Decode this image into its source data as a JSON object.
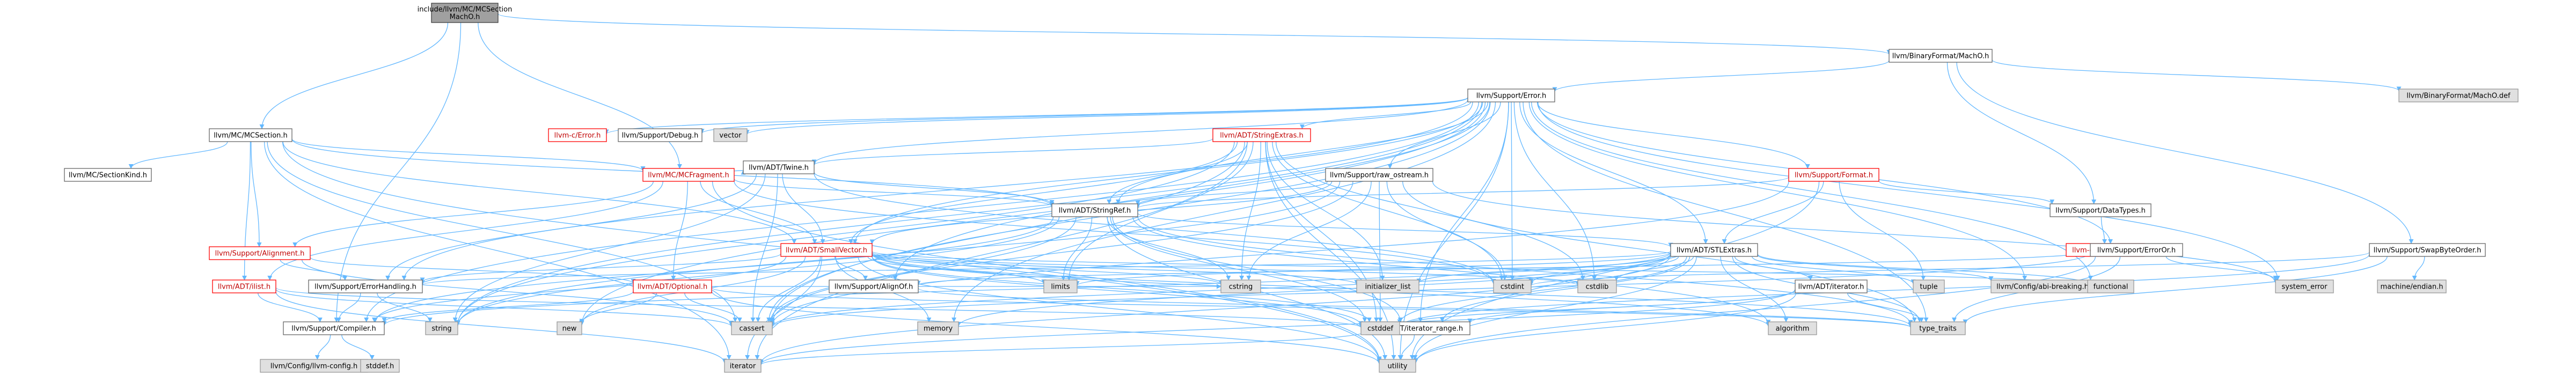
{
  "nodes": [
    {
      "id": "root",
      "lines": [
        "include/llvm/MC/MCSection",
        "MachO.h"
      ],
      "style": "root"
    },
    {
      "id": "bfmacho",
      "lines": [
        "llvm/BinaryFormat/MachO.h"
      ],
      "style": "plain"
    },
    {
      "id": "bfmachodef",
      "lines": [
        "llvm/BinaryFormat/MachO.def"
      ],
      "style": "grey"
    },
    {
      "id": "error",
      "lines": [
        "llvm/Support/Error.h"
      ],
      "style": "plain"
    },
    {
      "id": "mcsection",
      "lines": [
        "llvm/MC/MCSection.h"
      ],
      "style": "plain"
    },
    {
      "id": "cerror",
      "lines": [
        "llvm-c/Error.h"
      ],
      "style": "red"
    },
    {
      "id": "debug",
      "lines": [
        "llvm/Support/Debug.h"
      ],
      "style": "plain"
    },
    {
      "id": "vector",
      "lines": [
        "vector"
      ],
      "style": "grey"
    },
    {
      "id": "stringextras",
      "lines": [
        "llvm/ADT/StringExtras.h"
      ],
      "style": "red"
    },
    {
      "id": "rawostream",
      "lines": [
        "llvm/Support/raw_ostream.h"
      ],
      "style": "plain"
    },
    {
      "id": "format",
      "lines": [
        "llvm/Support/Format.h"
      ],
      "style": "red"
    },
    {
      "id": "sectionkind",
      "lines": [
        "llvm/MC/SectionKind.h"
      ],
      "style": "plain"
    },
    {
      "id": "mcfragment",
      "lines": [
        "llvm/MC/MCFragment.h"
      ],
      "style": "red"
    },
    {
      "id": "twine",
      "lines": [
        "llvm/ADT/Twine.h"
      ],
      "style": "plain"
    },
    {
      "id": "stringref",
      "lines": [
        "llvm/ADT/StringRef.h"
      ],
      "style": "plain"
    },
    {
      "id": "alignment",
      "lines": [
        "llvm/Support/Alignment.h"
      ],
      "style": "red"
    },
    {
      "id": "smallvector",
      "lines": [
        "llvm/ADT/SmallVector.h"
      ],
      "style": "red"
    },
    {
      "id": "datatypes",
      "lines": [
        "llvm/Support/DataTypes.h"
      ],
      "style": "plain"
    },
    {
      "id": "cdatatypes",
      "lines": [
        "llvm-c/DataTypes.h"
      ],
      "style": "red"
    },
    {
      "id": "stlextras",
      "lines": [
        "llvm/ADT/STLExtras.h"
      ],
      "style": "plain"
    },
    {
      "id": "erroror",
      "lines": [
        "llvm/Support/ErrorOr.h"
      ],
      "style": "plain"
    },
    {
      "id": "swapbyteorder",
      "lines": [
        "llvm/Support/SwapByteOrder.h"
      ],
      "style": "plain"
    },
    {
      "id": "ilist",
      "lines": [
        "llvm/ADT/ilist.h"
      ],
      "style": "red"
    },
    {
      "id": "optional",
      "lines": [
        "llvm/ADT/Optional.h"
      ],
      "style": "red"
    },
    {
      "id": "errorhandling",
      "lines": [
        "llvm/Support/ErrorHandling.h"
      ],
      "style": "plain"
    },
    {
      "id": "alignof",
      "lines": [
        "llvm/Support/AlignOf.h"
      ],
      "style": "plain"
    },
    {
      "id": "iterator",
      "lines": [
        "llvm/ADT/iterator.h"
      ],
      "style": "plain"
    },
    {
      "id": "compiler",
      "lines": [
        "llvm/Support/Compiler.h"
      ],
      "style": "plain"
    },
    {
      "id": "iteratorrange",
      "lines": [
        "llvm/ADT/iterator_range.h"
      ],
      "style": "plain"
    },
    {
      "id": "configllvm",
      "lines": [
        "llvm/Config/llvm-config.h"
      ],
      "style": "grey"
    },
    {
      "id": "stddef",
      "lines": [
        "stddef.h"
      ],
      "style": "grey"
    },
    {
      "id": "string",
      "lines": [
        "string"
      ],
      "style": "grey"
    },
    {
      "id": "new",
      "lines": [
        "new"
      ],
      "style": "grey"
    },
    {
      "id": "cassert",
      "lines": [
        "cassert"
      ],
      "style": "grey"
    },
    {
      "id": "memory",
      "lines": [
        "memory"
      ],
      "style": "grey"
    },
    {
      "id": "limits",
      "lines": [
        "limits"
      ],
      "style": "grey"
    },
    {
      "id": "cstring",
      "lines": [
        "cstring"
      ],
      "style": "grey"
    },
    {
      "id": "initlist",
      "lines": [
        "initializer_list"
      ],
      "style": "grey"
    },
    {
      "id": "cstdint",
      "lines": [
        "cstdint"
      ],
      "style": "grey"
    },
    {
      "id": "cstdlib",
      "lines": [
        "cstdlib"
      ],
      "style": "grey"
    },
    {
      "id": "cstddef",
      "lines": [
        "cstddef"
      ],
      "style": "grey"
    },
    {
      "id": "algorithm",
      "lines": [
        "algorithm"
      ],
      "style": "grey"
    },
    {
      "id": "tuple",
      "lines": [
        "tuple"
      ],
      "style": "grey"
    },
    {
      "id": "configabi",
      "lines": [
        "llvm/Config/abi-breaking.h"
      ],
      "style": "grey"
    },
    {
      "id": "functional",
      "lines": [
        "functional"
      ],
      "style": "grey"
    },
    {
      "id": "typetraits",
      "lines": [
        "type_traits"
      ],
      "style": "grey"
    },
    {
      "id": "systemerror",
      "lines": [
        "system_error"
      ],
      "style": "grey"
    },
    {
      "id": "machineendian",
      "lines": [
        "machine/endian.h"
      ],
      "style": "grey"
    },
    {
      "id": "iteratorstd",
      "lines": [
        "iterator"
      ],
      "style": "grey"
    },
    {
      "id": "utility",
      "lines": [
        "utility"
      ],
      "style": "grey"
    }
  ],
  "edges": [
    [
      "root",
      "bfmacho"
    ],
    [
      "root",
      "mcsection"
    ],
    [
      "root",
      "mcfragment"
    ],
    [
      "root",
      "compiler"
    ],
    [
      "bfmacho",
      "bfmachodef"
    ],
    [
      "bfmacho",
      "error"
    ],
    [
      "bfmacho",
      "datatypes"
    ],
    [
      "bfmacho",
      "swapbyteorder"
    ],
    [
      "error",
      "cerror"
    ],
    [
      "error",
      "debug"
    ],
    [
      "error",
      "vector"
    ],
    [
      "error",
      "stringextras"
    ],
    [
      "error",
      "rawostream"
    ],
    [
      "error",
      "format"
    ],
    [
      "error",
      "twine"
    ],
    [
      "error",
      "stringref"
    ],
    [
      "error",
      "smallvector"
    ],
    [
      "error",
      "stlextras"
    ],
    [
      "error",
      "erroror"
    ],
    [
      "error",
      "errorhandling"
    ],
    [
      "error",
      "alignof"
    ],
    [
      "error",
      "compiler"
    ],
    [
      "error",
      "configabi"
    ],
    [
      "error",
      "cassert"
    ],
    [
      "error",
      "cstdint"
    ],
    [
      "error",
      "cstdlib"
    ],
    [
      "error",
      "functional"
    ],
    [
      "error",
      "memory"
    ],
    [
      "error",
      "new"
    ],
    [
      "error",
      "string"
    ],
    [
      "error",
      "systemerror"
    ],
    [
      "error",
      "typetraits"
    ],
    [
      "error",
      "utility"
    ],
    [
      "error",
      "iteratorrange"
    ],
    [
      "mcsection",
      "sectionkind"
    ],
    [
      "mcsection",
      "mcfragment"
    ],
    [
      "mcsection",
      "alignment"
    ],
    [
      "mcsection",
      "ilist"
    ],
    [
      "mcsection",
      "smallvector"
    ],
    [
      "mcsection",
      "stringref"
    ],
    [
      "mcsection",
      "cassert"
    ],
    [
      "mcsection",
      "utility"
    ],
    [
      "mcsection",
      "iteratorstd"
    ],
    [
      "mcfragment",
      "twine"
    ],
    [
      "mcfragment",
      "smallvector"
    ],
    [
      "mcfragment",
      "stringref"
    ],
    [
      "mcfragment",
      "alignment"
    ],
    [
      "mcfragment",
      "optional"
    ],
    [
      "mcfragment",
      "cstdint"
    ],
    [
      "mcfragment",
      "utility"
    ],
    [
      "mcfragment",
      "ilist"
    ],
    [
      "stringextras",
      "stringref"
    ],
    [
      "stringextras",
      "twine"
    ],
    [
      "stringextras",
      "smallvector"
    ],
    [
      "stringextras",
      "cassert"
    ],
    [
      "stringextras",
      "cstddef"
    ],
    [
      "stringextras",
      "cstdint"
    ],
    [
      "stringextras",
      "cstdlib"
    ],
    [
      "stringextras",
      "cstring"
    ],
    [
      "stringextras",
      "iteratorstd"
    ],
    [
      "stringextras",
      "string"
    ],
    [
      "stringextras",
      "utility"
    ],
    [
      "stringextras",
      "limits"
    ],
    [
      "stringextras",
      "initlist"
    ],
    [
      "rawostream",
      "stringref"
    ],
    [
      "rawostream",
      "smallvector"
    ],
    [
      "rawostream",
      "cassert"
    ],
    [
      "rawostream",
      "cstddef"
    ],
    [
      "rawostream",
      "cstdint"
    ],
    [
      "rawostream",
      "cstring"
    ],
    [
      "rawostream",
      "string"
    ],
    [
      "rawostream",
      "systemerror"
    ],
    [
      "rawostream",
      "typetraits"
    ],
    [
      "format",
      "stlextras"
    ],
    [
      "format",
      "stringref"
    ],
    [
      "format",
      "datatypes"
    ],
    [
      "format",
      "cassert"
    ],
    [
      "format",
      "cstdio"
    ],
    [
      "format",
      "tuple"
    ],
    [
      "format",
      "utility"
    ],
    [
      "twine",
      "smallvector"
    ],
    [
      "twine",
      "stringref"
    ],
    [
      "twine",
      "errorhandling"
    ],
    [
      "twine",
      "cassert"
    ],
    [
      "twine",
      "cstdint"
    ],
    [
      "twine",
      "string"
    ],
    [
      "stringref",
      "stlextras"
    ],
    [
      "stringref",
      "iteratorrange"
    ],
    [
      "stringref",
      "compiler"
    ],
    [
      "stringref",
      "algorithm"
    ],
    [
      "stringref",
      "cassert"
    ],
    [
      "stringref",
      "cstddef"
    ],
    [
      "stringref",
      "cstring"
    ],
    [
      "stringref",
      "limits"
    ],
    [
      "stringref",
      "string"
    ],
    [
      "stringref",
      "typetraits"
    ],
    [
      "stringref",
      "utility"
    ],
    [
      "alignment",
      "mathextras"
    ],
    [
      "alignment",
      "optional"
    ],
    [
      "alignment",
      "cassert"
    ],
    [
      "alignment",
      "errorhandling"
    ],
    [
      "smallvector",
      "iteratorrange"
    ],
    [
      "smallvector",
      "compiler"
    ],
    [
      "smallvector",
      "errorhandling"
    ],
    [
      "smallvector",
      "algorithm"
    ],
    [
      "smallvector",
      "cassert"
    ],
    [
      "smallvector",
      "cstddef"
    ],
    [
      "smallvector",
      "cstdlib"
    ],
    [
      "smallvector",
      "cstring"
    ],
    [
      "smallvector",
      "functional"
    ],
    [
      "smallvector",
      "initlist"
    ],
    [
      "smallvector",
      "iteratorstd"
    ],
    [
      "smallvector",
      "limits"
    ],
    [
      "smallvector",
      "memory"
    ],
    [
      "smallvector",
      "new"
    ],
    [
      "smallvector",
      "typetraits"
    ],
    [
      "smallvector",
      "utility"
    ],
    [
      "smallvector",
      "alignof"
    ],
    [
      "datatypes",
      "cdatatypes"
    ],
    [
      "stlextras",
      "iterator"
    ],
    [
      "stlextras",
      "iteratorrange"
    ],
    [
      "stlextras",
      "compiler"
    ],
    [
      "stlextras",
      "configabi"
    ],
    [
      "stlextras",
      "algorithm"
    ],
    [
      "stlextras",
      "cassert"
    ],
    [
      "stlextras",
      "cstddef"
    ],
    [
      "stlextras",
      "cstdint"
    ],
    [
      "stlextras",
      "cstdlib"
    ],
    [
      "stlextras",
      "functional"
    ],
    [
      "stlextras",
      "initlist"
    ],
    [
      "stlextras",
      "iteratorstd"
    ],
    [
      "stlextras",
      "limits"
    ],
    [
      "stlextras",
      "memory"
    ],
    [
      "stlextras",
      "tuple"
    ],
    [
      "stlextras",
      "typetraits"
    ],
    [
      "stlextras",
      "utility"
    ],
    [
      "stlextras",
      "errorhandling"
    ],
    [
      "erroror",
      "alignof"
    ],
    [
      "erroror",
      "cassert"
    ],
    [
      "erroror",
      "systemerror"
    ],
    [
      "erroror",
      "typetraits"
    ],
    [
      "erroror",
      "utility"
    ],
    [
      "swapbyteorder",
      "machineendian"
    ],
    [
      "swapbyteorder",
      "cstddef"
    ],
    [
      "swapbyteorder",
      "cstdint"
    ],
    [
      "swapbyteorder",
      "typetraits"
    ],
    [
      "ilist",
      "compiler"
    ],
    [
      "ilist",
      "cassert"
    ],
    [
      "ilist",
      "cstddef"
    ],
    [
      "ilist",
      "iteratorstd"
    ],
    [
      "optional",
      "compiler"
    ],
    [
      "optional",
      "cassert"
    ],
    [
      "optional",
      "new"
    ],
    [
      "optional",
      "utility"
    ],
    [
      "optional",
      "cstring"
    ],
    [
      "optional",
      "typetraits"
    ],
    [
      "errorhandling",
      "compiler"
    ],
    [
      "errorhandling",
      "string"
    ],
    [
      "alignof",
      "typetraits"
    ],
    [
      "iterator",
      "iteratorrange"
    ],
    [
      "iterator",
      "cstddef"
    ],
    [
      "iterator",
      "iteratorstd"
    ],
    [
      "iterator",
      "typetraits"
    ],
    [
      "iterator",
      "utility"
    ],
    [
      "compiler",
      "configllvm"
    ],
    [
      "compiler",
      "stddef"
    ],
    [
      "iteratorrange",
      "iteratorstd"
    ],
    [
      "iteratorrange",
      "utility"
    ]
  ]
}
